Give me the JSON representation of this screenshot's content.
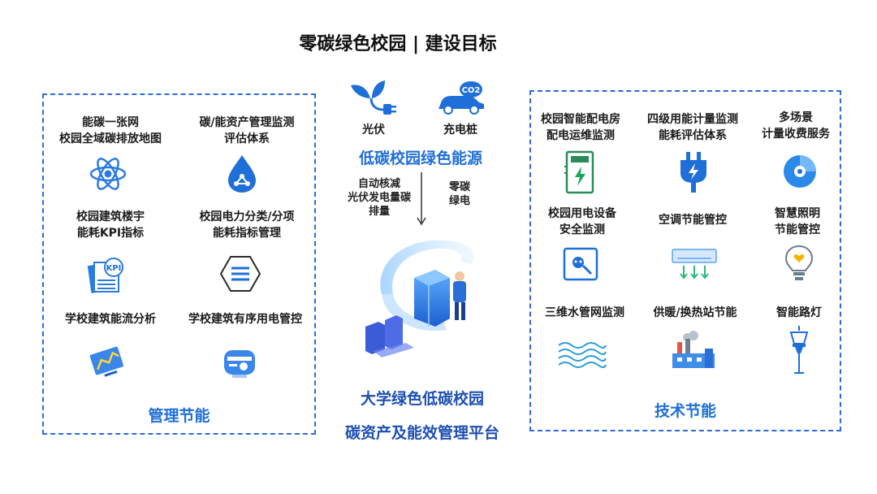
{
  "title": "零碳绿色校园 | 建设目标",
  "left_panel": {
    "items": [
      {
        "label": "能碳一张网\n校园全域碳排放地图"
      },
      {
        "label": "碳/能资产管理监测\n评估体系"
      },
      {
        "label": "校园建筑楼宇\n能耗KPI指标"
      },
      {
        "label": "校园电力分类/分项\n能耗指标管理"
      },
      {
        "label": "学校建筑能流分析"
      },
      {
        "label": "学校建筑有序用电管控"
      }
    ],
    "footer": "管理节能",
    "kpi_text": "KPI"
  },
  "center": {
    "source_items": [
      {
        "label": "光伏"
      },
      {
        "label": "充电桩"
      }
    ],
    "co2_text": "CO2",
    "source_title": "低碳校园绿色能源",
    "left_note": "自动核减\n光伏发电量碳\n排量",
    "right_note": "零碳\n绿电",
    "platform_line1": "大学绿色低碳校园",
    "platform_line2": "碳资产及能效管理平台"
  },
  "right_panel": {
    "items": [
      {
        "label": "校园智能配电房\n配电运维监测"
      },
      {
        "label": "四级用能计量监测\n能耗评估体系"
      },
      {
        "label": "多场景\n计量收费服务"
      },
      {
        "label": "校园用电设备\n安全监测"
      },
      {
        "label": "空调节能管控"
      },
      {
        "label": "智慧照明\n节能管控"
      },
      {
        "label": "三维水管网监测"
      },
      {
        "label": "供暖/换热站节能"
      },
      {
        "label": "智能路灯"
      }
    ],
    "footer": "技术节能"
  },
  "colors": {
    "accent": "#1f6fd8",
    "border": "#2e6bd6",
    "dark_blue": "#1d4fb0"
  }
}
